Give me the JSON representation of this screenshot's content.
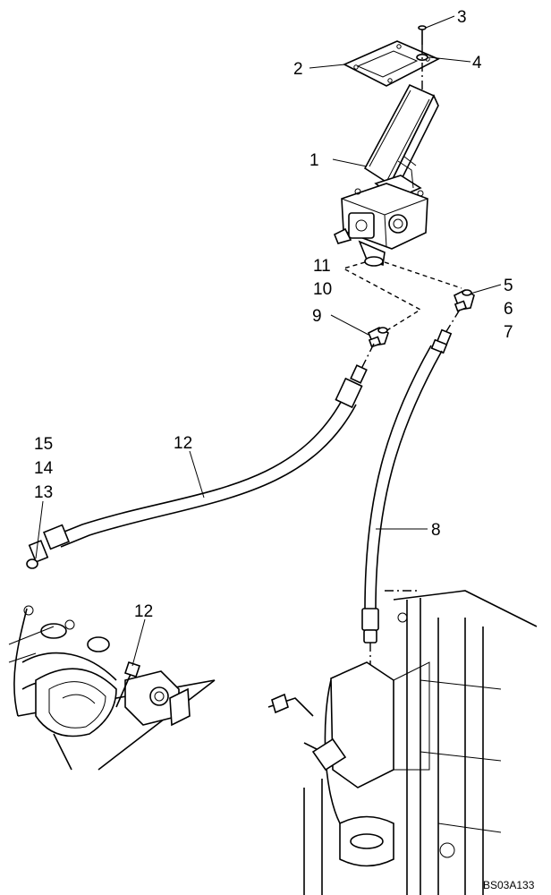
{
  "diagram": {
    "drawing_code": "BS03A133",
    "callouts": {
      "c1": "1",
      "c2": "2",
      "c3": "3",
      "c4": "4",
      "c5": "5",
      "c6": "6",
      "c7": "7",
      "c8": "8",
      "c9": "9",
      "c10": "10",
      "c11": "11",
      "c12": "12",
      "c12b": "12",
      "c13": "13",
      "c14": "14",
      "c15": "15"
    }
  }
}
